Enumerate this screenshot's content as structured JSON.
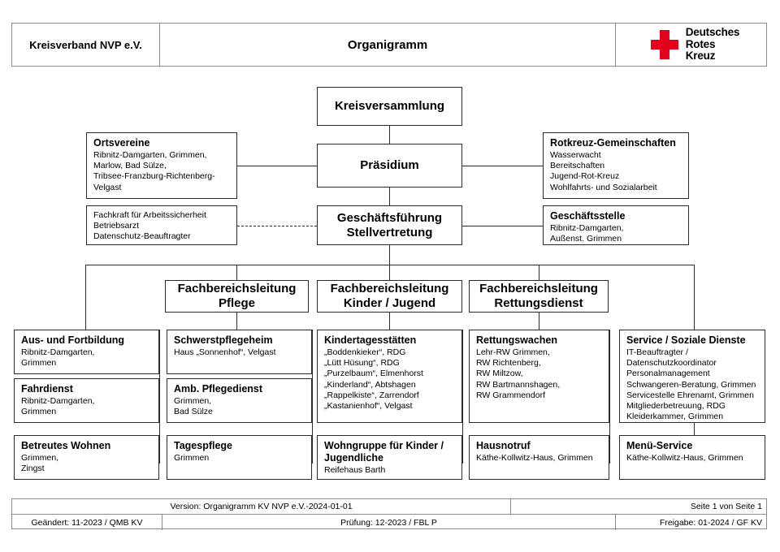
{
  "header": {
    "organisation": "Kreisverband NVP e.V.",
    "title": "Organigramm",
    "logo": {
      "icon": "red-cross-icon",
      "line1": "Deutsches",
      "line2": "Rotes",
      "line3": "Kreuz"
    }
  },
  "chart": {
    "kreisversammlung": {
      "title": "Kreisversammlung"
    },
    "praesidium": {
      "title": "Präsidium"
    },
    "geschaeftsfuehrung": {
      "title": "Geschäftsführung\nStellvertretung"
    },
    "ortsvereine": {
      "title": "Ortsvereine",
      "items": "Ribnitz-Damgarten, Grimmen,\nMarlow, Bad Sülze,\nTribsee-Franzburg-Richtenberg-\nVelgast"
    },
    "stabsstellen": {
      "title": "",
      "items": "Fachkraft für Arbeitssicherheit\nBetriebsarzt\nDatenschutz-Beauftragter"
    },
    "rotkreuz_gemeinschaften": {
      "title": "Rotkreuz-Gemeinschaften",
      "items": "Wasserwacht\nBereitschaften\nJugend-Rot-Kreuz\nWohlfahrts- und Sozialarbeit"
    },
    "geschaeftsstelle": {
      "title": "Geschäftsstelle",
      "items": "Ribnitz-Damgarten,\nAußenst. Grimmen"
    },
    "fbl_pflege": {
      "title": "Fachbereichsleitung\nPflege"
    },
    "fbl_kinder_jugend": {
      "title": "Fachbereichsleitung\nKinder / Jugend"
    },
    "fbl_rettungsdienst": {
      "title": "Fachbereichsleitung\nRettungsdienst"
    },
    "col1": [
      {
        "title": "Aus- und Fortbildung",
        "items": "Ribnitz-Damgarten,\nGrimmen"
      },
      {
        "title": "Fahrdienst",
        "items": "Ribnitz-Damgarten,\nGrimmen"
      },
      {
        "title": "Betreutes Wohnen",
        "items": "Grimmen,\nZingst"
      }
    ],
    "col2": [
      {
        "title": "Schwerstpflegeheim",
        "items": "Haus „Sonnenhof“, Velgast"
      },
      {
        "title": "Amb. Pflegedienst",
        "items": "Grimmen,\nBad Sülze"
      },
      {
        "title": "Tagespflege",
        "items": "Grimmen"
      }
    ],
    "col3": [
      {
        "title": "Kindertagesstätten",
        "items": "„Boddenkieker“, RDG\n„Lütt Hüsung“,  RDG\n„Purzelbaum“, Elmenhorst\n„Kinderland“, Abtshagen\n„Rappelkiste“, Zarrendorf\n„Kastanienhof“, Velgast"
      },
      {
        "title": "Wohngruppe für Kinder /\nJugendliche",
        "items": "Reifehaus Barth"
      }
    ],
    "col4": [
      {
        "title": "Rettungswachen",
        "items": "Lehr-RW Grimmen,\nRW Richtenberg,\nRW Miltzow,\nRW Bartmannshagen,\nRW Grammendorf"
      },
      {
        "title": "Hausnotruf",
        "items": "Käthe-Kollwitz-Haus, Grimmen"
      }
    ],
    "col5": [
      {
        "title": "Service / Soziale Dienste",
        "items": "IT-Beauftragter /\nDatenschutzkoordinator\nPersonalmanagement\nSchwangeren-Beratung, Grimmen\nServicestelle Ehrenamt, Grimmen\nMitgliederbetreuung, RDG\nKleiderkammer, Grimmen"
      },
      {
        "title": "Menü-Service",
        "items": "Käthe-Kollwitz-Haus, Grimmen"
      }
    ]
  },
  "footer": {
    "version": "Version: Organigramm KV NVP e.V.-2024-01-01",
    "page": "Seite 1 von Seite 1",
    "changed": "Geändert: 11-2023 / QMB KV",
    "check": "Prüfung: 12-2023 / FBL P",
    "release": "Freigabe: 01-2024 / GF KV"
  },
  "colors": {
    "accent_red": "#e2001a",
    "line": "#2b2b2b",
    "frame": "#8a8a8a"
  }
}
